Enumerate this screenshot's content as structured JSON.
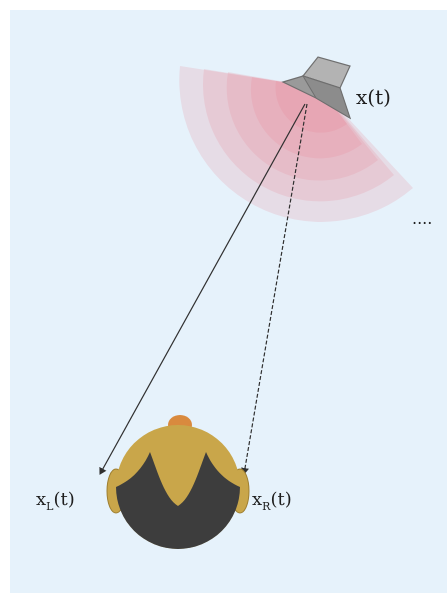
{
  "diagram": {
    "source_label": "x(t)",
    "left_ear_label": {
      "base": "x",
      "subscript": "L",
      "suffix": "(t)"
    },
    "right_ear_label": {
      "base": "x",
      "subscript": "R",
      "suffix": "(t)"
    },
    "ellipsis": "....",
    "colors": {
      "panel_background": "#e6f2fb",
      "wave_tint": "#e98c99",
      "speaker": "#9a9a9a",
      "head_skin": "#c9a64a",
      "hair": "#3d3d3d",
      "nose": "#d98a3e",
      "path_lines": "#303030"
    },
    "icons": {
      "source": "speaker-icon",
      "listener": "listener-head-icon"
    }
  }
}
